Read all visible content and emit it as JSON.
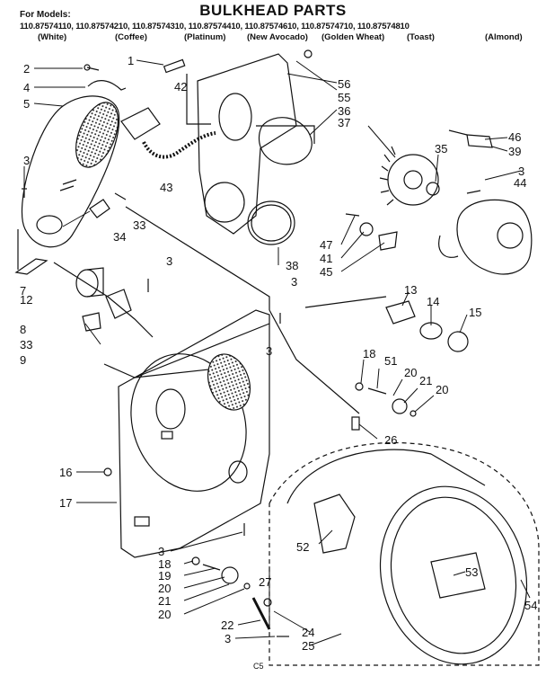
{
  "title": "BULKHEAD PARTS",
  "for_models_label": "For Models:",
  "models": [
    "110.87574110,",
    "110.87574210,",
    "110.87574310,",
    "110.87574410,",
    "110.87574610,",
    "110.87574710,",
    "110.87574810"
  ],
  "colors": [
    "(White)",
    "(Coffee)",
    "(Platinum)",
    "(New Avocado)",
    "(Golden Wheat)",
    "(Toast)",
    "(Almond)"
  ],
  "callouts": [
    "1",
    "2",
    "3",
    "4",
    "5",
    "3",
    "34",
    "33",
    "12",
    "7",
    "8",
    "33",
    "9",
    "42",
    "43",
    "3",
    "56",
    "55",
    "36",
    "37",
    "35",
    "3",
    "44",
    "46",
    "39",
    "47",
    "41",
    "45",
    "38",
    "3",
    "13",
    "14",
    "15",
    "18",
    "51",
    "20",
    "21",
    "20",
    "26",
    "16",
    "17",
    "52",
    "53",
    "54",
    "3",
    "18",
    "19",
    "20",
    "21",
    "20",
    "22",
    "3",
    "27",
    "24",
    "25"
  ],
  "footer_code": "C5"
}
